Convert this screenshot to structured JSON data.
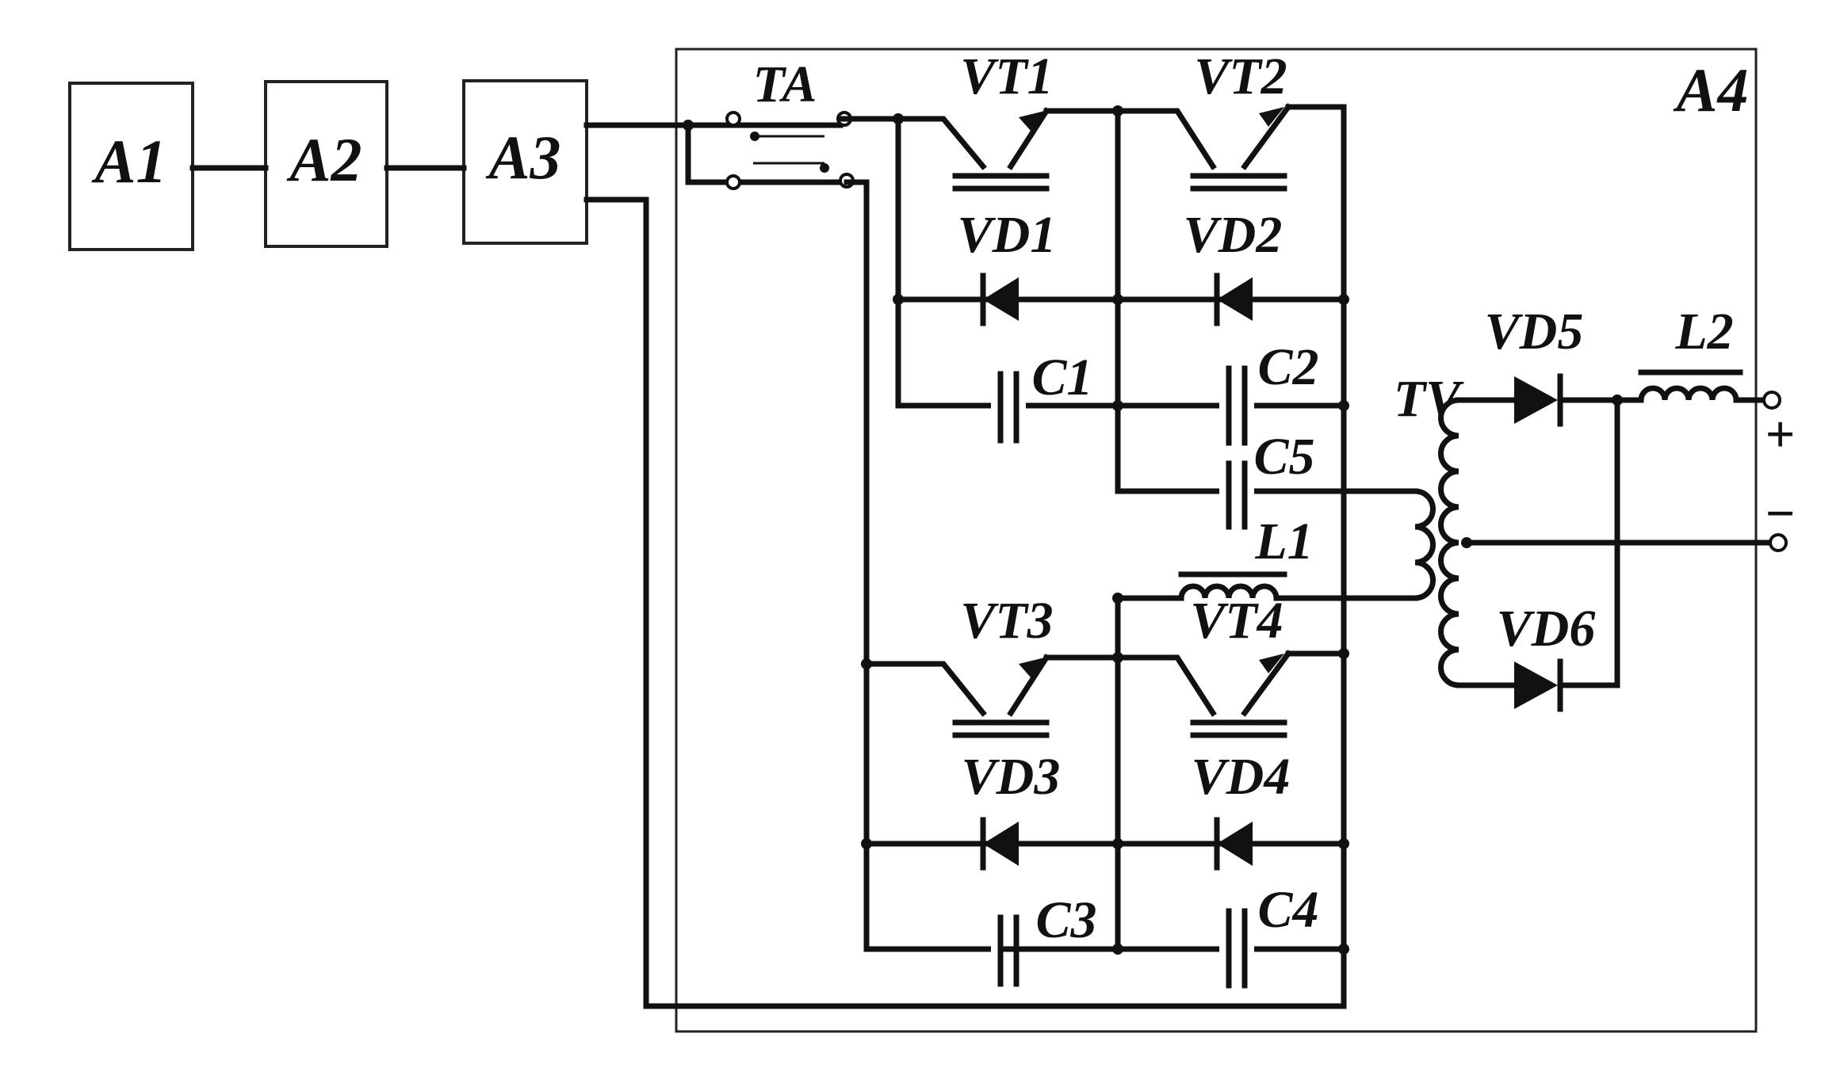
{
  "blocks": {
    "a1": "A1",
    "a2": "A2",
    "a3": "A3",
    "a4": "A4"
  },
  "components": {
    "ta": "TA",
    "vt1": "VT1",
    "vt2": "VT2",
    "vt3": "VT3",
    "vt4": "VT4",
    "vd1": "VD1",
    "vd2": "VD2",
    "vd3": "VD3",
    "vd4": "VD4",
    "vd5": "VD5",
    "vd6": "VD6",
    "c1": "C1",
    "c2": "C2",
    "c3": "C3",
    "c4": "C4",
    "c5": "C5",
    "l1": "L1",
    "l2": "L2",
    "tv": "TV"
  },
  "terminals": {
    "plus": "+",
    "minus": "−"
  }
}
